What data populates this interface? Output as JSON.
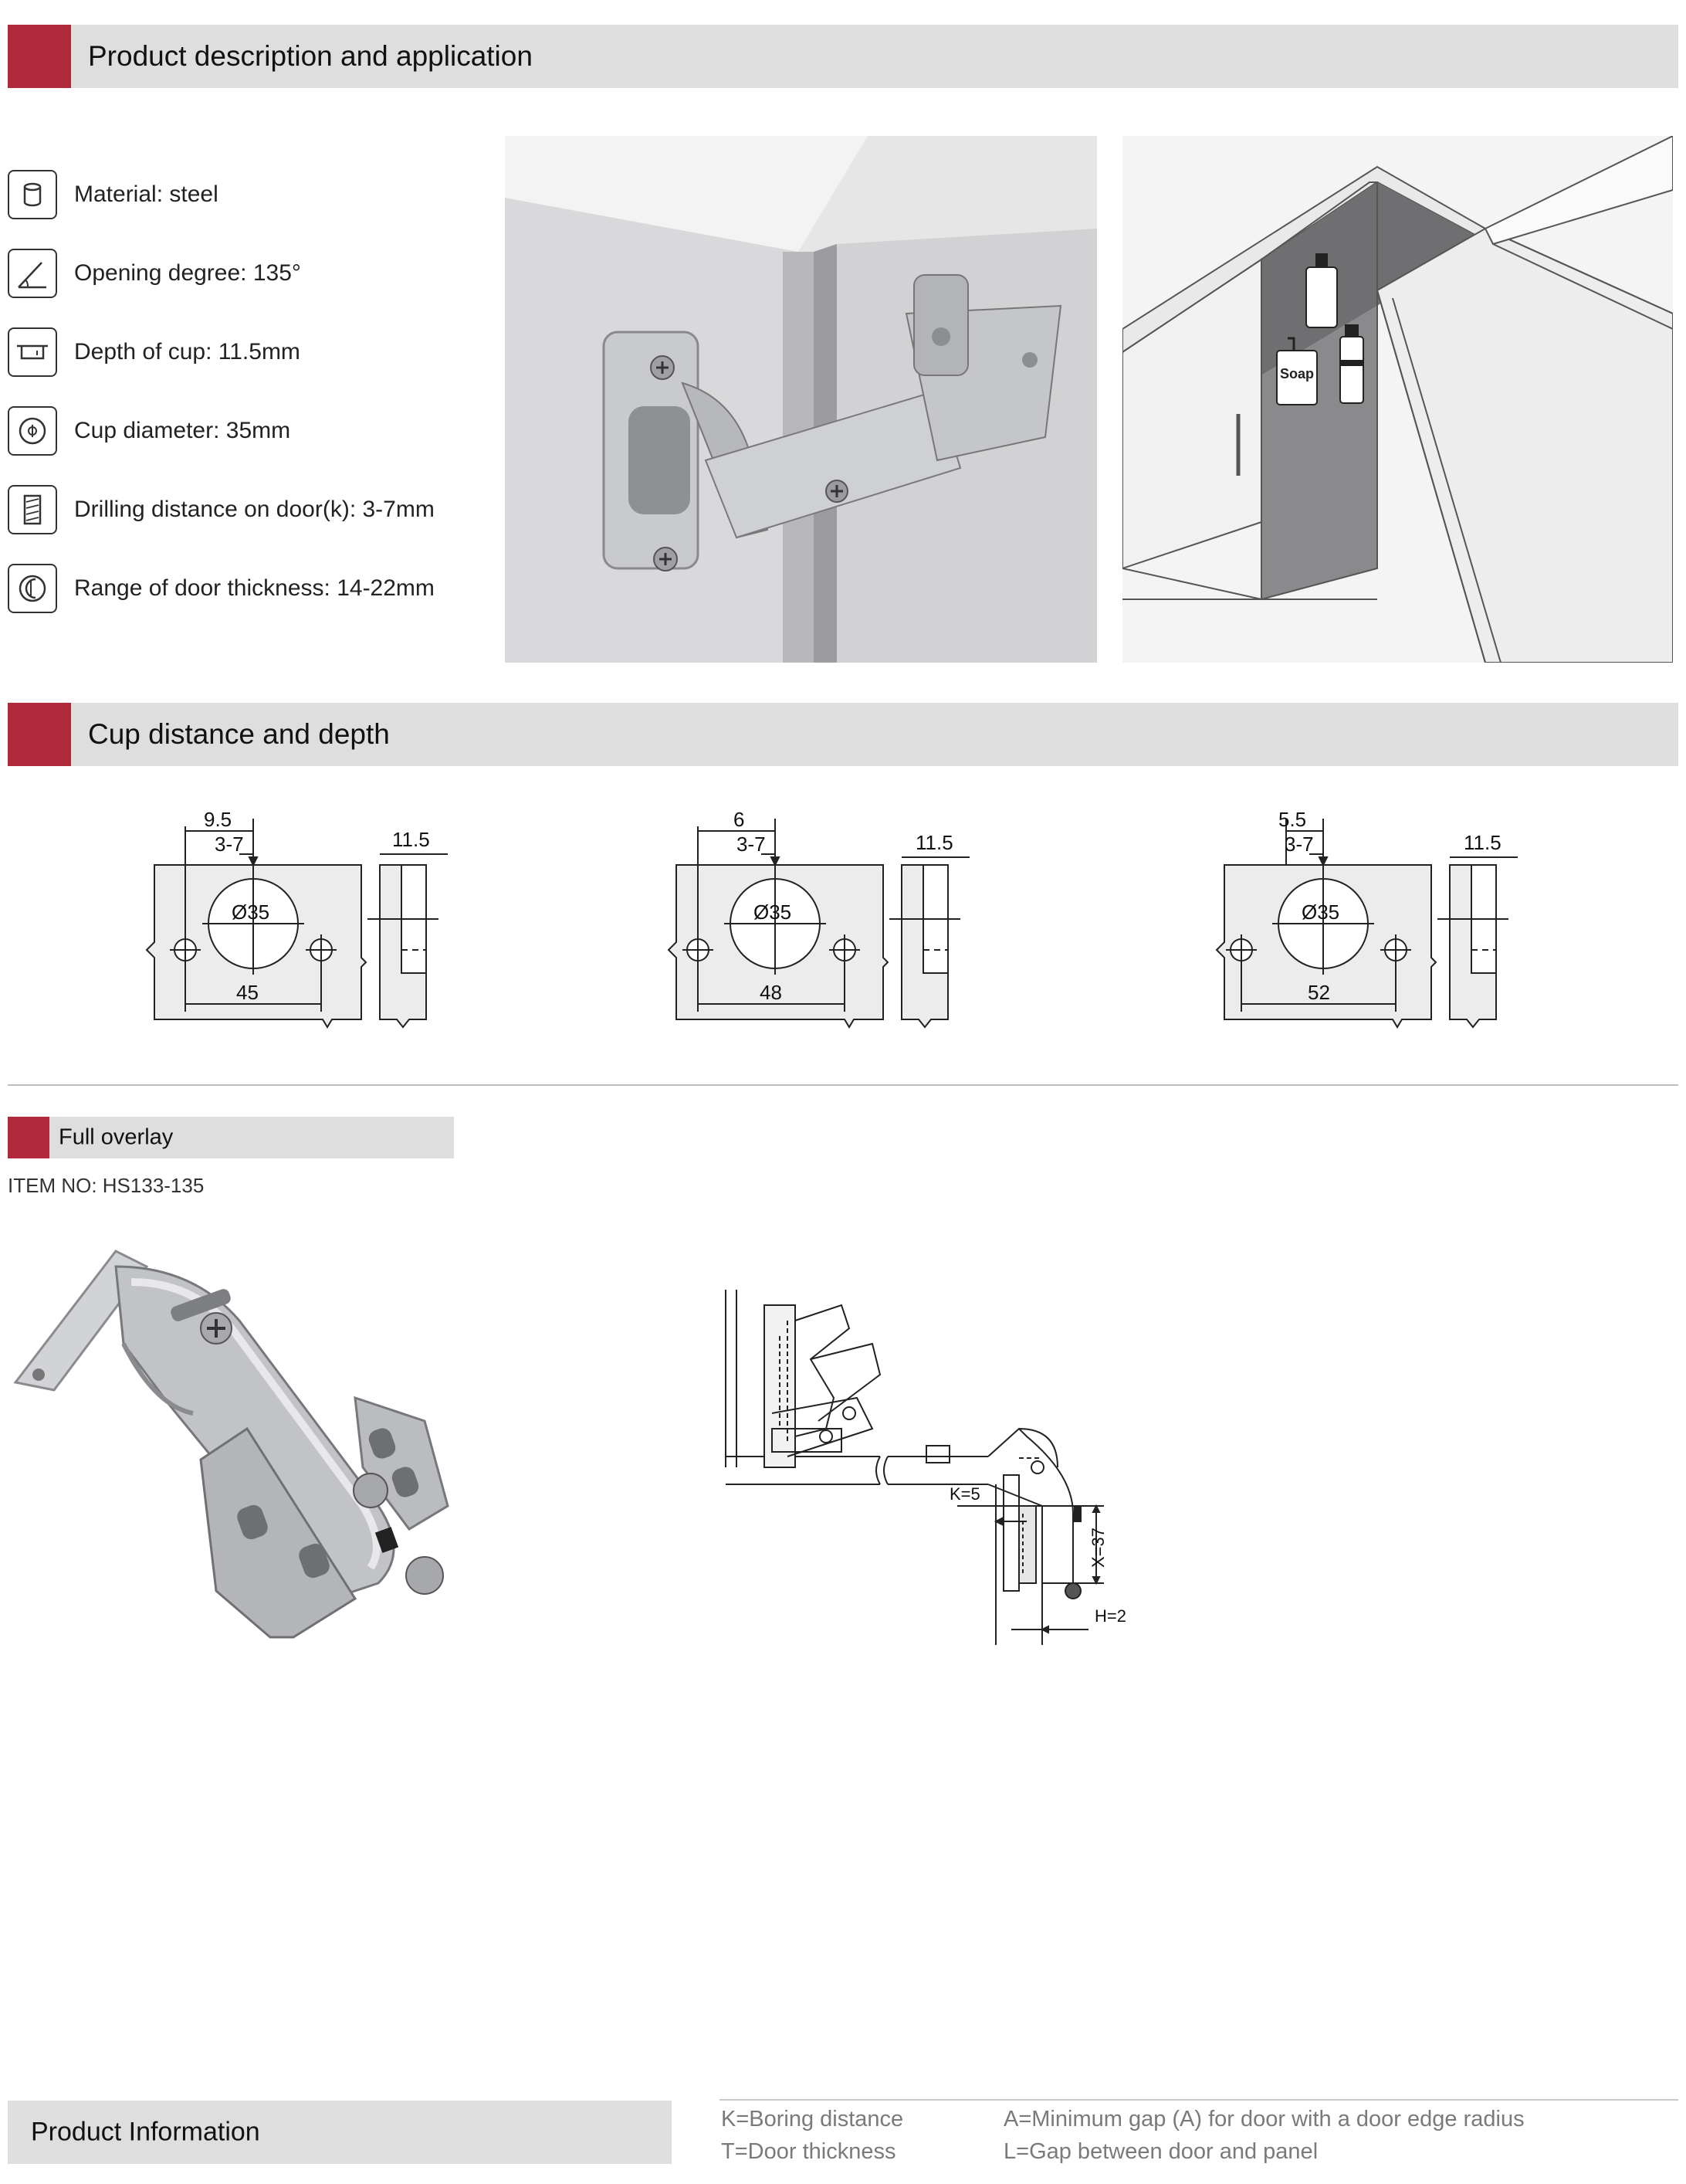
{
  "sections": {
    "description": "Product description and application",
    "cup": "Cup distance and depth",
    "overlay": "Full overlay",
    "product_info": "Product Information"
  },
  "specs": [
    {
      "icon": "material-cylinder-icon",
      "label": "Material: steel"
    },
    {
      "icon": "opening-angle-icon",
      "label": "Opening degree: 135°"
    },
    {
      "icon": "cup-depth-icon",
      "label": "Depth of cup: 11.5mm"
    },
    {
      "icon": "diameter-icon",
      "label": "Cup diameter: 35mm"
    },
    {
      "icon": "drilling-icon",
      "label": "Drilling distance on door(k): 3-7mm"
    },
    {
      "icon": "door-thickness-icon",
      "label": "Range of door thickness: 14-22mm"
    }
  ],
  "item_no": "ITEM NO: HS133-135",
  "cup_diagrams": [
    {
      "top": "9.5",
      "k": "3-7",
      "dia": "Ø35",
      "bottom": "45",
      "depth": "11.5"
    },
    {
      "top": "6",
      "k": "3-7",
      "dia": "Ø35",
      "bottom": "48",
      "depth": "11.5"
    },
    {
      "top": "5.5",
      "k": "3-7",
      "dia": "Ø35",
      "bottom": "52",
      "depth": "11.5"
    }
  ],
  "install": {
    "k": "K=5",
    "x": "X=37",
    "h": "H=2"
  },
  "soap_label": "Soap",
  "legend": {
    "k": "K=Boring distance",
    "t": "T=Door thickness",
    "a": "A=Minimum gap (A) for door with a door edge radius",
    "l": "L=Gap between door and panel"
  },
  "colors": {
    "accent": "#b02a3c",
    "bar": "#dedede",
    "panel": "#f0f0f0"
  }
}
